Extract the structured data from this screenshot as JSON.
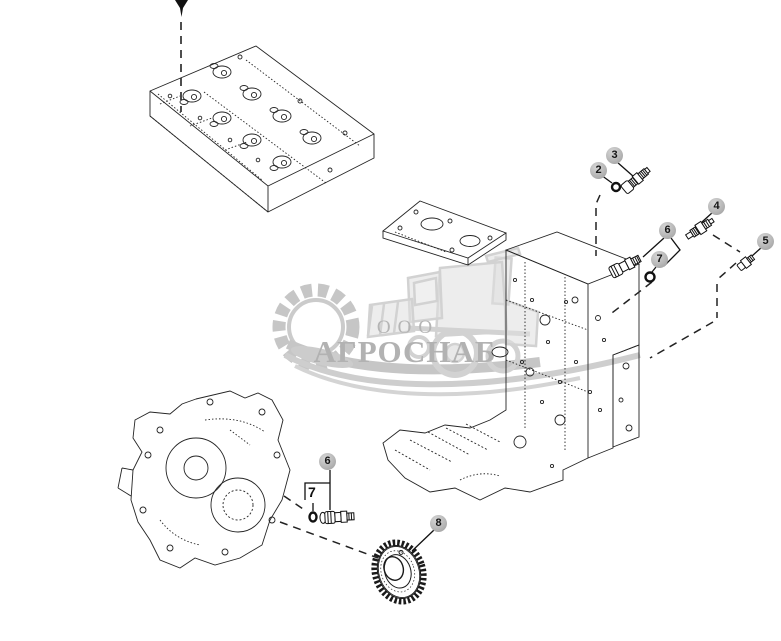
{
  "watermark": {
    "org_form": "ООО",
    "company": "АГРОСНАБ"
  },
  "callouts": [
    {
      "id": "callout-2",
      "label": "2"
    },
    {
      "id": "callout-3",
      "label": "3"
    },
    {
      "id": "callout-4",
      "label": "4"
    },
    {
      "id": "callout-5",
      "label": "5"
    },
    {
      "id": "callout-6-upper",
      "label": "6"
    },
    {
      "id": "callout-7-upper",
      "label": "7"
    },
    {
      "id": "callout-6-lower",
      "label": "6"
    },
    {
      "id": "callout-7-lower",
      "label": "7"
    },
    {
      "id": "callout-8",
      "label": "8"
    }
  ],
  "colors": {
    "background": "#ffffff",
    "line_art": "#1f1f1f",
    "badge_fill": "#b5b5b5",
    "badge_text": "#151515",
    "watermark_graphic": "#c9c9c9",
    "watermark_text": "#b2b2b2"
  }
}
